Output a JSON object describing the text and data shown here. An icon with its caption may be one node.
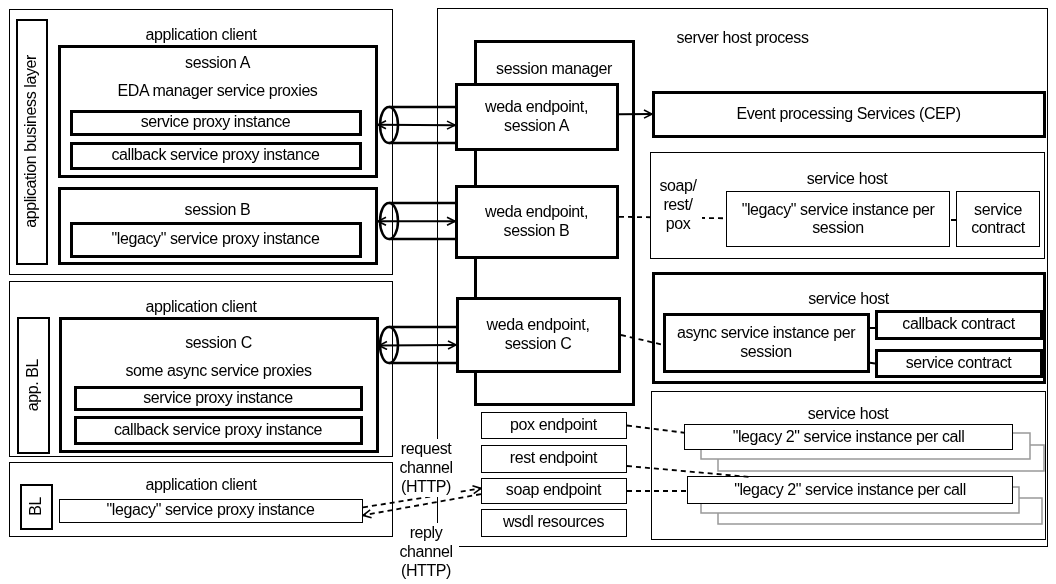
{
  "diagram": {
    "nodes": [
      {
        "text": [
          "application client"
        ]
      },
      {
        "text": [
          "application business layer"
        ],
        "in": 0
      },
      {
        "text": [
          "session A",
          "EDA manager service proxies"
        ],
        "in": 0
      },
      {
        "text": [
          "service proxy instance"
        ],
        "in": 2
      },
      {
        "text": [
          "callback service proxy instance"
        ],
        "in": 2
      },
      {
        "text": [
          "session B"
        ],
        "in": 0
      },
      {
        "text": [
          "\"legacy\" service proxy instance"
        ],
        "in": 5
      },
      {
        "text": [
          "application client"
        ]
      },
      {
        "text": [
          "app. BL"
        ],
        "in": 7
      },
      {
        "text": [
          "session C",
          "some async service proxies"
        ],
        "in": 7
      },
      {
        "text": [
          "service proxy instance"
        ],
        "in": 9
      },
      {
        "text": [
          "callback service proxy instance"
        ],
        "in": 9
      },
      {
        "text": [
          "application client"
        ]
      },
      {
        "text": [
          "BL"
        ],
        "in": 12
      },
      {
        "text": [
          "\"legacy\" service proxy instance"
        ],
        "in": 12
      },
      {
        "text": [
          "server host process"
        ]
      },
      {
        "text": [
          "session manager"
        ],
        "in": 15
      },
      {
        "text": [
          "weda endpoint, session A"
        ],
        "in": 16
      },
      {
        "text": [
          "weda endpoint, session B"
        ],
        "in": 16
      },
      {
        "text": [
          "weda endpoint, session C"
        ],
        "in": 16
      },
      {
        "text": [
          "Event processing Services (CEP)"
        ],
        "in": 15
      },
      {
        "text": [
          "service host"
        ],
        "in": 15
      },
      {
        "text": [
          "\"legacy\" service instance per session"
        ],
        "in": 21
      },
      {
        "text": [
          "service contract"
        ],
        "in": 21
      },
      {
        "text": [
          "service host"
        ],
        "in": 15
      },
      {
        "text": [
          "async service instance per session"
        ],
        "in": 24
      },
      {
        "text": [
          "callback contract"
        ],
        "in": 24
      },
      {
        "text": [
          "service contract"
        ],
        "in": 24
      },
      {
        "text": [
          "service host"
        ],
        "in": 15
      },
      {
        "text": [
          "\"legacy 2\" service instance per call"
        ],
        "in": 28
      },
      {
        "text": [
          "\"legacy 2\" service instance per call"
        ],
        "in": 28
      },
      {
        "text": [
          "pox endpoint"
        ],
        "in": 15
      },
      {
        "text": [
          "rest endpoint"
        ],
        "in": 15
      },
      {
        "text": [
          "soap endpoint"
        ],
        "in": 15
      },
      {
        "text": [
          "wsdl resources"
        ],
        "in": 15
      }
    ],
    "edges": [
      {
        "from": 2,
        "to": 17,
        "arrow": "both"
      },
      {
        "from": 5,
        "to": 18,
        "arrow": "both"
      },
      {
        "from": 9,
        "to": 19,
        "arrow": "both"
      },
      {
        "from": 17,
        "to": 20,
        "arrow": "to"
      },
      {
        "from": 18,
        "to": 22,
        "arrow": "none",
        "style": "dashed",
        "label": "soap/ rest/ pox"
      },
      {
        "from": 22,
        "to": 23,
        "arrow": "none"
      },
      {
        "from": 19,
        "to": 25,
        "arrow": "none",
        "style": "dashed"
      },
      {
        "from": 25,
        "to": 26,
        "arrow": "none"
      },
      {
        "from": 25,
        "to": 27,
        "arrow": "none"
      },
      {
        "from": 31,
        "to": 29,
        "arrow": "none",
        "style": "dashed"
      },
      {
        "from": 32,
        "to": 30,
        "arrow": "none",
        "style": "dashed"
      },
      {
        "from": 33,
        "to": 30,
        "arrow": "none",
        "style": "dashed"
      },
      {
        "from": 14,
        "to": 33,
        "arrow": "to",
        "style": "dashed",
        "label": "request channel (HTTP)"
      },
      {
        "from": 33,
        "to": 14,
        "arrow": "to",
        "style": "dashed",
        "label": "reply channel (HTTP)"
      }
    ]
  }
}
